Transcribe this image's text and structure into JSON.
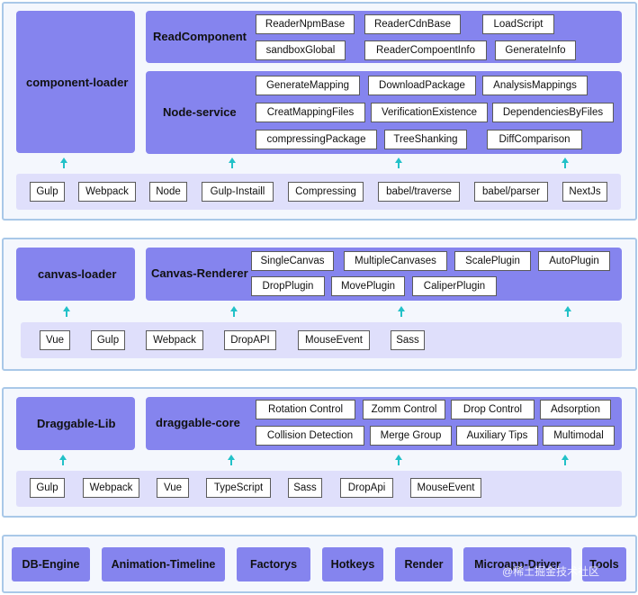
{
  "section1": {
    "left_title": "component-loader",
    "read_title": "ReadComponent",
    "read_items": [
      "ReaderNpmBase",
      "ReaderCdnBase",
      "LoadScript",
      "sandboxGlobal",
      "ReaderCompoentInfo",
      "GenerateInfo"
    ],
    "node_title": "Node-service",
    "node_items": [
      "GenerateMapping",
      "DownloadPackage",
      "AnalysisMappings",
      "CreatMappingFiles",
      "VerificationExistence",
      "DependenciesByFiles",
      "compressingPackage",
      "TreeShanking",
      "DiffComparison"
    ],
    "base_items": [
      "Gulp",
      "Webpack",
      "Node",
      "Gulp-Instaill",
      "Compressing",
      "babel/traverse",
      "babel/parser",
      "NextJs"
    ]
  },
  "section2": {
    "left_title": "canvas-loader",
    "right_title": "Canvas-Renderer",
    "right_items": [
      "SingleCanvas",
      "MultipleCanvases",
      "ScalePlugin",
      "AutoPlugin",
      "DropPlugin",
      "MovePlugin",
      "CaliperPlugin"
    ],
    "base_items": [
      "Vue",
      "Gulp",
      "Webpack",
      "DropAPI",
      "MouseEvent",
      "Sass"
    ]
  },
  "section3": {
    "left_title": "Draggable-Lib",
    "right_title": "draggable-core",
    "right_items": [
      "Rotation Control",
      "Zomm Control",
      "Drop Control",
      "Adsorption",
      "Collision Detection",
      "Merge Group",
      "Auxiliary Tips",
      "Multimodal"
    ],
    "base_items": [
      "Gulp",
      "Webpack",
      "Vue",
      "TypeScript",
      "Sass",
      "DropApi",
      "MouseEvent"
    ]
  },
  "section4": {
    "tools": [
      "DB-Engine",
      "Animation-Timeline",
      "Factorys",
      "Hotkeys",
      "Render",
      "Microapp-Driver",
      "Tools"
    ]
  },
  "watermark": "@稀土掘金技术社区",
  "colors": {
    "panel_border": "#a9c8e8",
    "purple": "#8584ee",
    "lavender": "#dfdffb",
    "arrow": "#22c1c8"
  }
}
